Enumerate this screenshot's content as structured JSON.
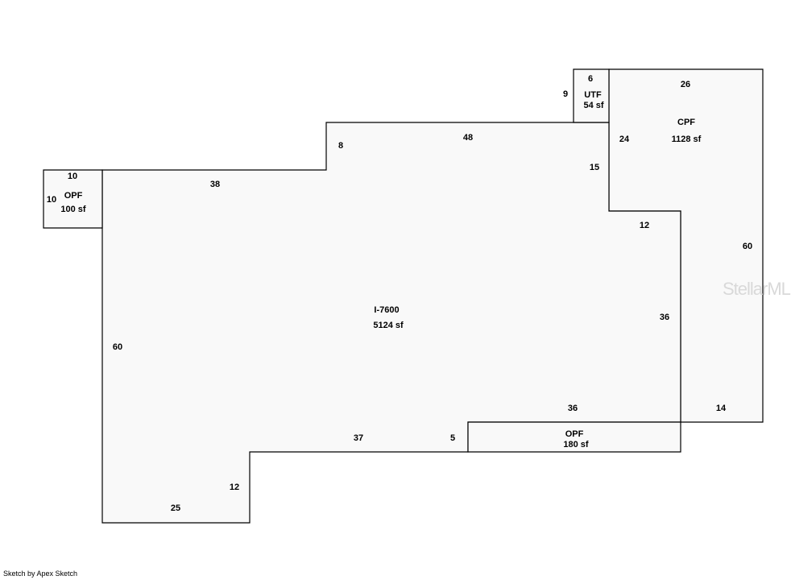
{
  "watermark": "StellarMLS",
  "credit": "Sketch by Apex Sketch",
  "areas": {
    "main": {
      "code": "I-7600",
      "size": "5124 sf"
    },
    "utf": {
      "code": "UTF",
      "size": "54 sf"
    },
    "cpf": {
      "code": "CPF",
      "size": "1128 sf"
    },
    "opf_left": {
      "code": "OPF",
      "size": "100 sf"
    },
    "opf_bottom": {
      "code": "OPF",
      "size": "180 sf"
    }
  },
  "dimensions": {
    "main_top_left": "38",
    "main_step_up": "8",
    "main_top": "48",
    "main_right_upper": "15",
    "main_right_step": "12",
    "main_right": "36",
    "main_bottom_right": "36",
    "main_bottom_step": "5",
    "main_bottom": "37",
    "main_notch": "12",
    "main_bottom_left": "25",
    "main_left": "60",
    "utf_width": "6",
    "utf_height": "9",
    "cpf_top": "26",
    "cpf_left": "24",
    "cpf_right": "60",
    "cpf_bottom": "14",
    "opf_left_width": "10",
    "opf_left_height": "10"
  }
}
